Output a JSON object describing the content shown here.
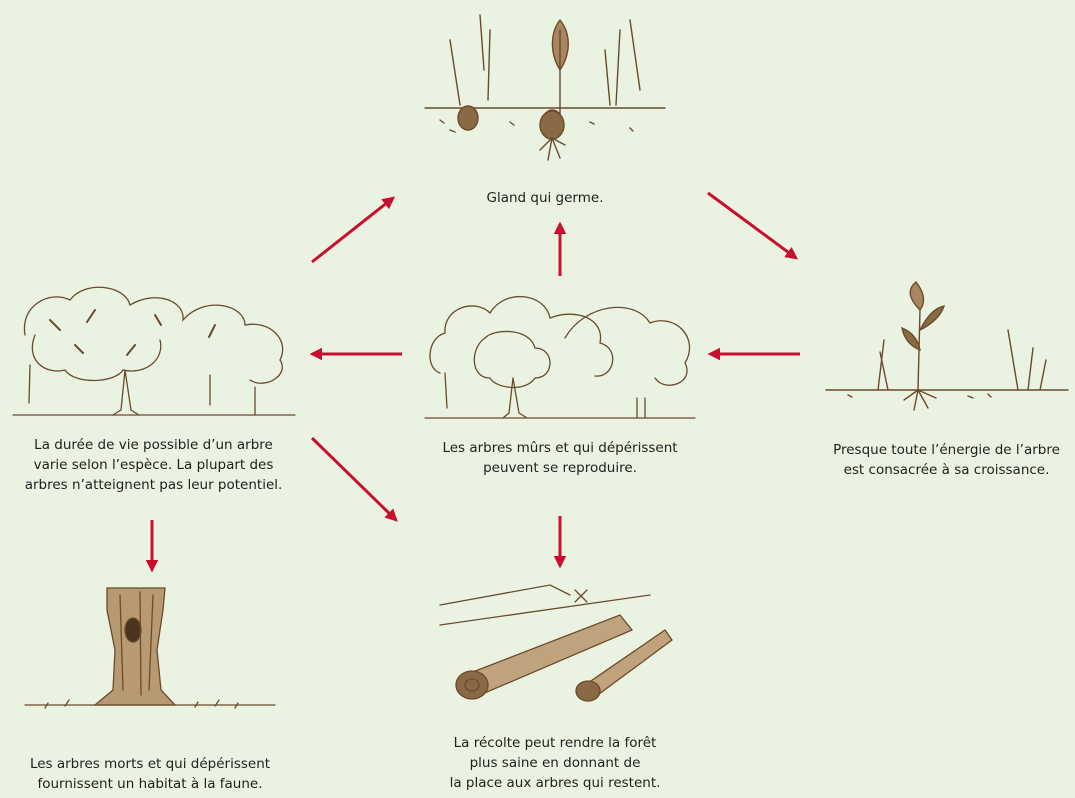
{
  "colors": {
    "background": "#eaf3e1",
    "arrow": "#c8102e",
    "ink": "#6b4a2a"
  },
  "stages": {
    "acorn": {
      "icon": "germinating-acorn-illustration",
      "caption": "Gland qui germe."
    },
    "seedling": {
      "icon": "seedling-illustration",
      "caption": "Presque toute l’énergie de l’arbre\nest consacrée à sa croissance."
    },
    "mature": {
      "icon": "mature-trees-illustration",
      "caption": "Les arbres mûrs et qui dépérissent\npeuvent se reproduire."
    },
    "forest": {
      "icon": "forest-stand-illustration",
      "caption": "La durée de vie possible d’un arbre\nvarie selon l’espèce. La plupart des\narbres n’atteignent pas leur potentiel."
    },
    "snag": {
      "icon": "dead-tree-stump-illustration",
      "caption": "Les arbres morts et qui dépérissent\nfournissent un habitat à la faune."
    },
    "harvest": {
      "icon": "harvested-logs-illustration",
      "caption": "La récolte peut rendre la forêt\nplus saine en donnant de\nla place aux arbres qui restent."
    }
  }
}
